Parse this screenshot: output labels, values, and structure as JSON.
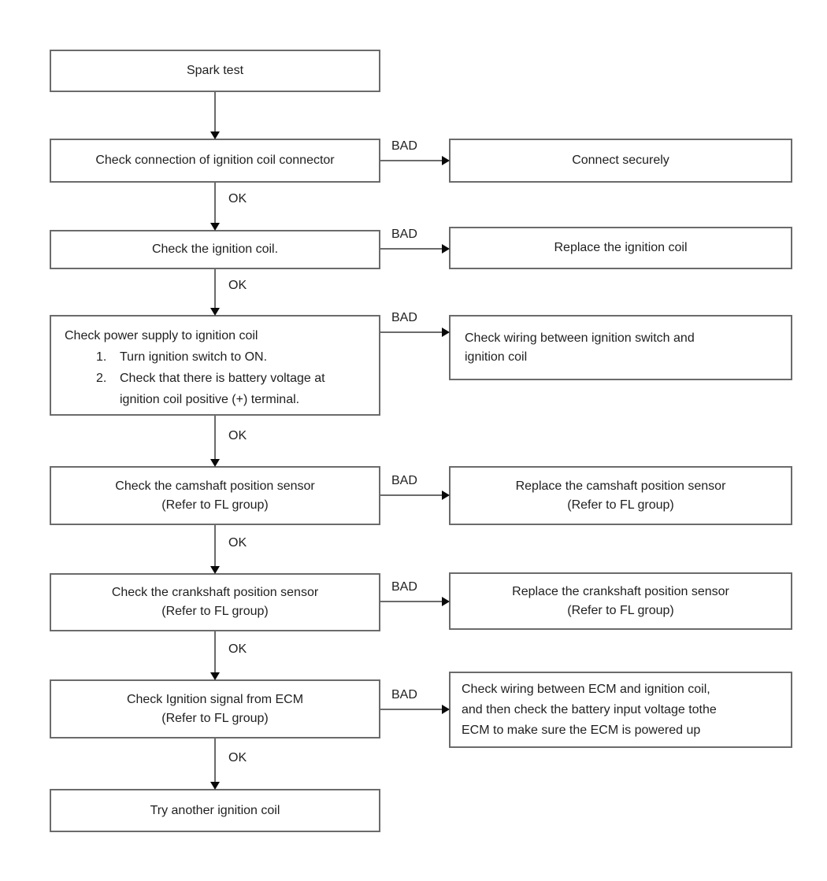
{
  "labels": {
    "ok": "OK",
    "bad": "BAD"
  },
  "nodes": {
    "start": "Spark test",
    "check_connector": "Check connection of ignition coil connector",
    "check_coil": "Check the ignition coil.",
    "check_power": {
      "title": "Check power supply to ignition coil",
      "step1_num": "1.",
      "step1_text": "Turn ignition switch to ON.",
      "step2_num": "2.",
      "step2_line1": "Check that there is battery voltage at",
      "step2_line2": "ignition coil positive (+) terminal."
    },
    "check_camshaft": {
      "line1": "Check the camshaft position sensor",
      "line2": "(Refer to FL group)"
    },
    "check_crankshaft": {
      "line1": "Check the crankshaft position sensor",
      "line2": "(Refer to FL group)"
    },
    "check_ecm_signal": {
      "line1": "Check Ignition signal from ECM",
      "line2": "(Refer to FL group)"
    },
    "try_another_coil": "Try another ignition coil",
    "connect_securely": "Connect securely",
    "replace_coil": "Replace the ignition coil",
    "check_wiring_switch": {
      "line1": "Check wiring between ignition switch and",
      "line2": "ignition coil"
    },
    "replace_camshaft": {
      "line1": "Replace the camshaft position sensor",
      "line2": "(Refer to FL group)"
    },
    "replace_crankshaft": {
      "line1": "Replace the crankshaft position sensor",
      "line2": "(Refer to FL group)"
    },
    "check_wiring_ecm": {
      "line1": "Check wiring between ECM and ignition coil,",
      "line2": "and then check the battery input voltage tothe",
      "line3": "ECM to make sure the ECM is powered up"
    }
  },
  "colors": {
    "background": "#ffffff",
    "box_border": "#6b6b6b",
    "connector_line": "#6b6b6b",
    "arrowhead": "#0a0a0a",
    "text": "#1f1f1f"
  }
}
